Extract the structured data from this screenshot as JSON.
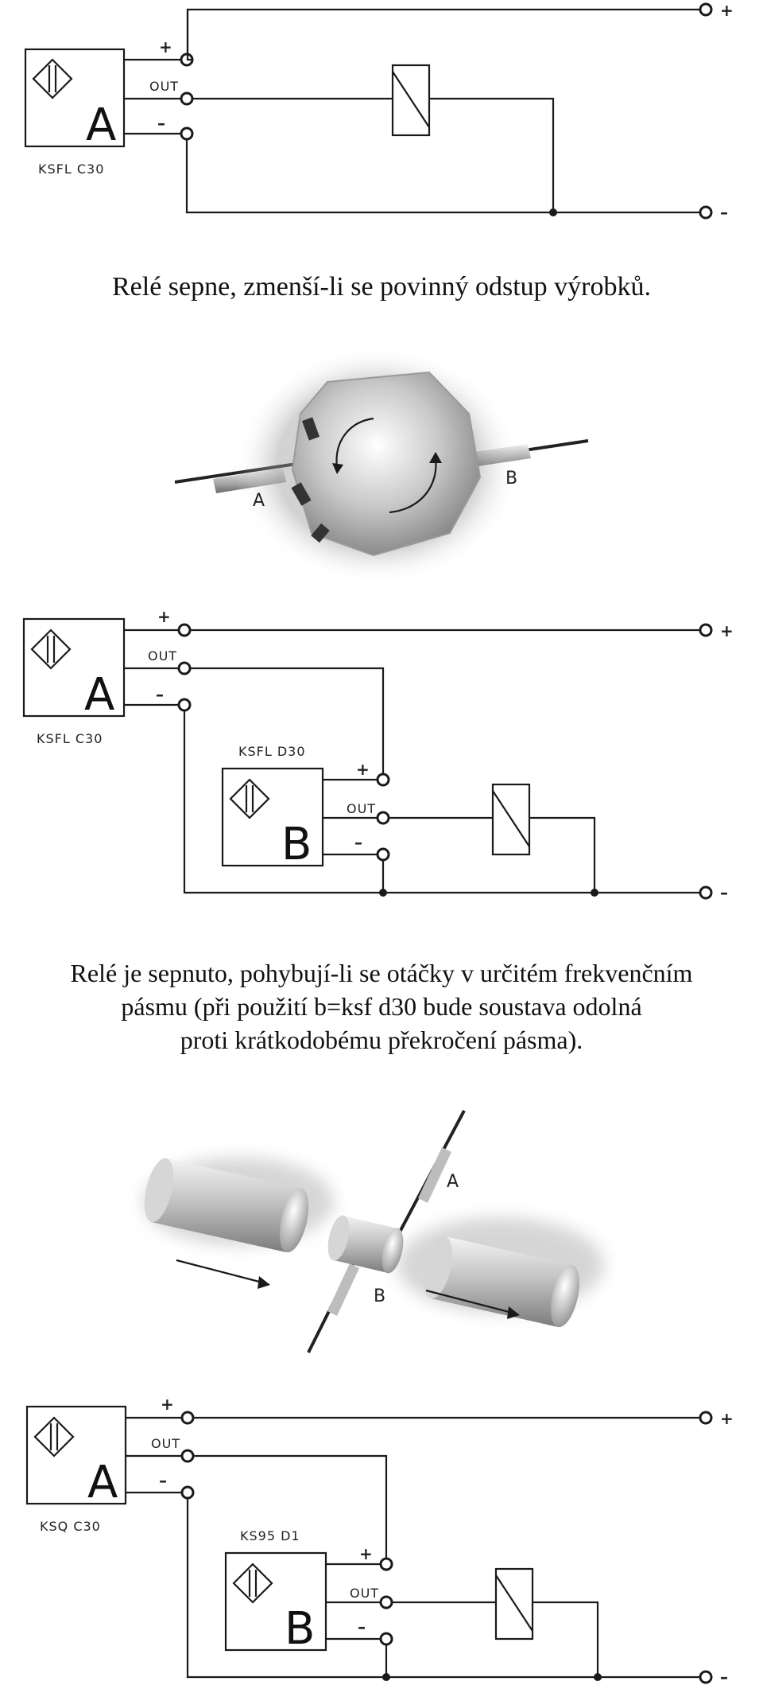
{
  "captions": {
    "c1": "Relé sepne, zmenší-li se povinný odstup výrobků.",
    "c2_line1": "Relé je sepnuto, pohybují-li se otáčky v určitém frekvenčním",
    "c2_line2": "pásmu (při použití b=ksf d30 bude soustava odolná",
    "c2_line3": "proti krátkodobému překročení pásma)."
  },
  "diagram1": {
    "sensor_a_letter": "A",
    "sensor_a_model": "KSFL C30",
    "plus": "+",
    "out": "OUT",
    "minus": "–"
  },
  "photo1": {
    "label_a": "A",
    "label_b": "B"
  },
  "diagram2": {
    "sensor_a_letter": "A",
    "sensor_a_model": "KSFL C30",
    "sensor_b_letter": "B",
    "sensor_b_model": "KSFL D30",
    "plus": "+",
    "out": "OUT",
    "minus": "–"
  },
  "photo2": {
    "label_a": "A",
    "label_b": "B"
  },
  "diagram3": {
    "sensor_a_letter": "A",
    "sensor_a_model": "KSQ C30",
    "sensor_b_letter": "B",
    "sensor_b_model": "KS95 D1",
    "plus": "+",
    "out": "OUT",
    "minus": "–"
  }
}
